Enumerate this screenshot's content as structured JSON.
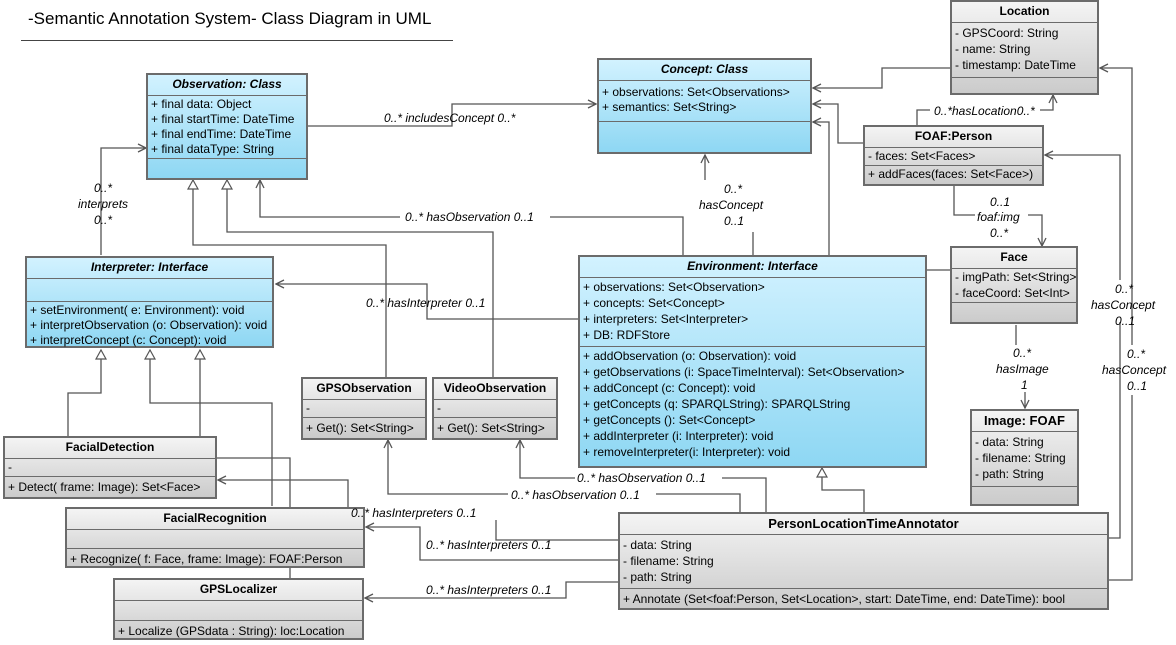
{
  "title": "-Semantic Annotation System- Class Diagram in UML",
  "classes": {
    "observation": {
      "name": "Observation: Class",
      "attributes": [
        "+ final data: Object",
        "+ final startTime: DateTime",
        "+ final endTime: DateTime",
        "+ final dataType: String"
      ],
      "operations": []
    },
    "concept": {
      "name": "Concept: Class",
      "attributes": [
        "+ observations: Set<Observations>",
        "+ semantics: Set<String>"
      ],
      "operations": []
    },
    "location": {
      "name": "Location",
      "attributes": [
        "- GPSCoord: String",
        "- name: String",
        "- timestamp: DateTime"
      ],
      "operations": []
    },
    "foaf_person": {
      "name": "FOAF:Person",
      "attributes": [
        "- faces: Set<Faces>"
      ],
      "operations": [
        "+ addFaces(faces: Set<Face>)"
      ]
    },
    "face": {
      "name": "Face",
      "attributes": [
        "- imgPath: Set<String>",
        "- faceCoord: Set<Int>"
      ],
      "operations": []
    },
    "image_foaf": {
      "name": "Image: FOAF",
      "attributes": [
        "- data: String",
        "- filename: String",
        "- path: String"
      ],
      "operations": []
    },
    "interpreter": {
      "name": "Interpreter: Interface",
      "attributes": [],
      "operations": [
        "+ setEnvironment( e: Environment): void",
        "+ interpretObservation (o: Observation): void",
        "+ interpretConcept (c: Concept): void"
      ]
    },
    "environment": {
      "name": "Environment: Interface",
      "attributes": [
        "+ observations: Set<Observation>",
        "+ concepts: Set<Concept>",
        "+ interpreters: Set<Interpreter>",
        "+ DB: RDFStore"
      ],
      "operations": [
        "+ addObservation (o: Observation): void",
        "+ getObservations (i: SpaceTimeInterval): Set<Observation>",
        "+ addConcept (c: Concept): void",
        "+ getConcepts (q: SPARQLString):   SPARQLString",
        "+ getConcepts (): Set<Concept>",
        "+ addInterpreter (i: Interpreter): void",
        "+ removeInterpreter(i: Interpreter): void"
      ]
    },
    "gps_observation": {
      "name": "GPSObservation",
      "attributes": [
        "-"
      ],
      "operations": [
        "+ Get(): Set<String>"
      ]
    },
    "video_observation": {
      "name": "VideoObservation",
      "attributes": [
        "-"
      ],
      "operations": [
        "+ Get(): Set<String>"
      ]
    },
    "facial_detection": {
      "name": "FacialDetection",
      "attributes": [
        "-"
      ],
      "operations": [
        "+ Detect( frame: Image): Set<Face>"
      ]
    },
    "facial_recognition": {
      "name": "FacialRecognition",
      "attributes": [
        ""
      ],
      "operations": [
        "+ Recognize( f: Face, frame: Image): FOAF:Person"
      ]
    },
    "gps_localizer": {
      "name": "GPSLocalizer",
      "attributes": [
        ""
      ],
      "operations": [
        "+ Localize (GPSdata : String): loc:Location"
      ]
    },
    "annotator": {
      "name": "PersonLocationTimeAnnotator",
      "attributes": [
        "- data: String",
        "- filename: String",
        "- path: String"
      ],
      "operations": [
        "+ Annotate (Set<foaf:Person, Set<Location>, start: DateTime, end: DateTime): bool"
      ]
    }
  },
  "associations": {
    "includes_concept": "0..* includesConcept 0..*",
    "interprets_top": "0..*",
    "interprets_name": "interprets",
    "interprets_bottom": "0..*",
    "has_observation_env": "0..* hasObservation 0..1",
    "has_interpreter": "0..* hasInterpreter 0..1",
    "has_concept_env_top": "0..*",
    "has_concept_env_name": "hasConcept",
    "has_concept_env_bottom": "0..1",
    "has_location": "0..*hasLocation0..*",
    "foaf_img_top": "0..1",
    "foaf_img_name": "foaf:img",
    "foaf_img_bottom": "0..*",
    "has_image_top": "0..*",
    "has_image_name": "hasImage",
    "has_image_bottom": "1",
    "has_concept_a_top": "0..*",
    "has_concept_a_name": "hasConcept",
    "has_concept_a_bottom": "0..1",
    "has_concept_b_top": "0..*",
    "has_concept_b_name": "hasConcept",
    "has_concept_b_bottom": "0..1",
    "has_observation_video": "0..* hasObservation 0..1",
    "has_observation_gps": "0..* hasObservation 0..1",
    "has_interpreters_1": "0..* hasInterpreters 0..1",
    "has_interpreters_2": "0..* hasInterpreters 0..1",
    "has_interpreters_3": "0..* hasInterpreters 0..1"
  },
  "colors": {
    "interface_fill": "#8ed7f3",
    "class_fill": "#cbcbcb",
    "line": "#555555"
  }
}
